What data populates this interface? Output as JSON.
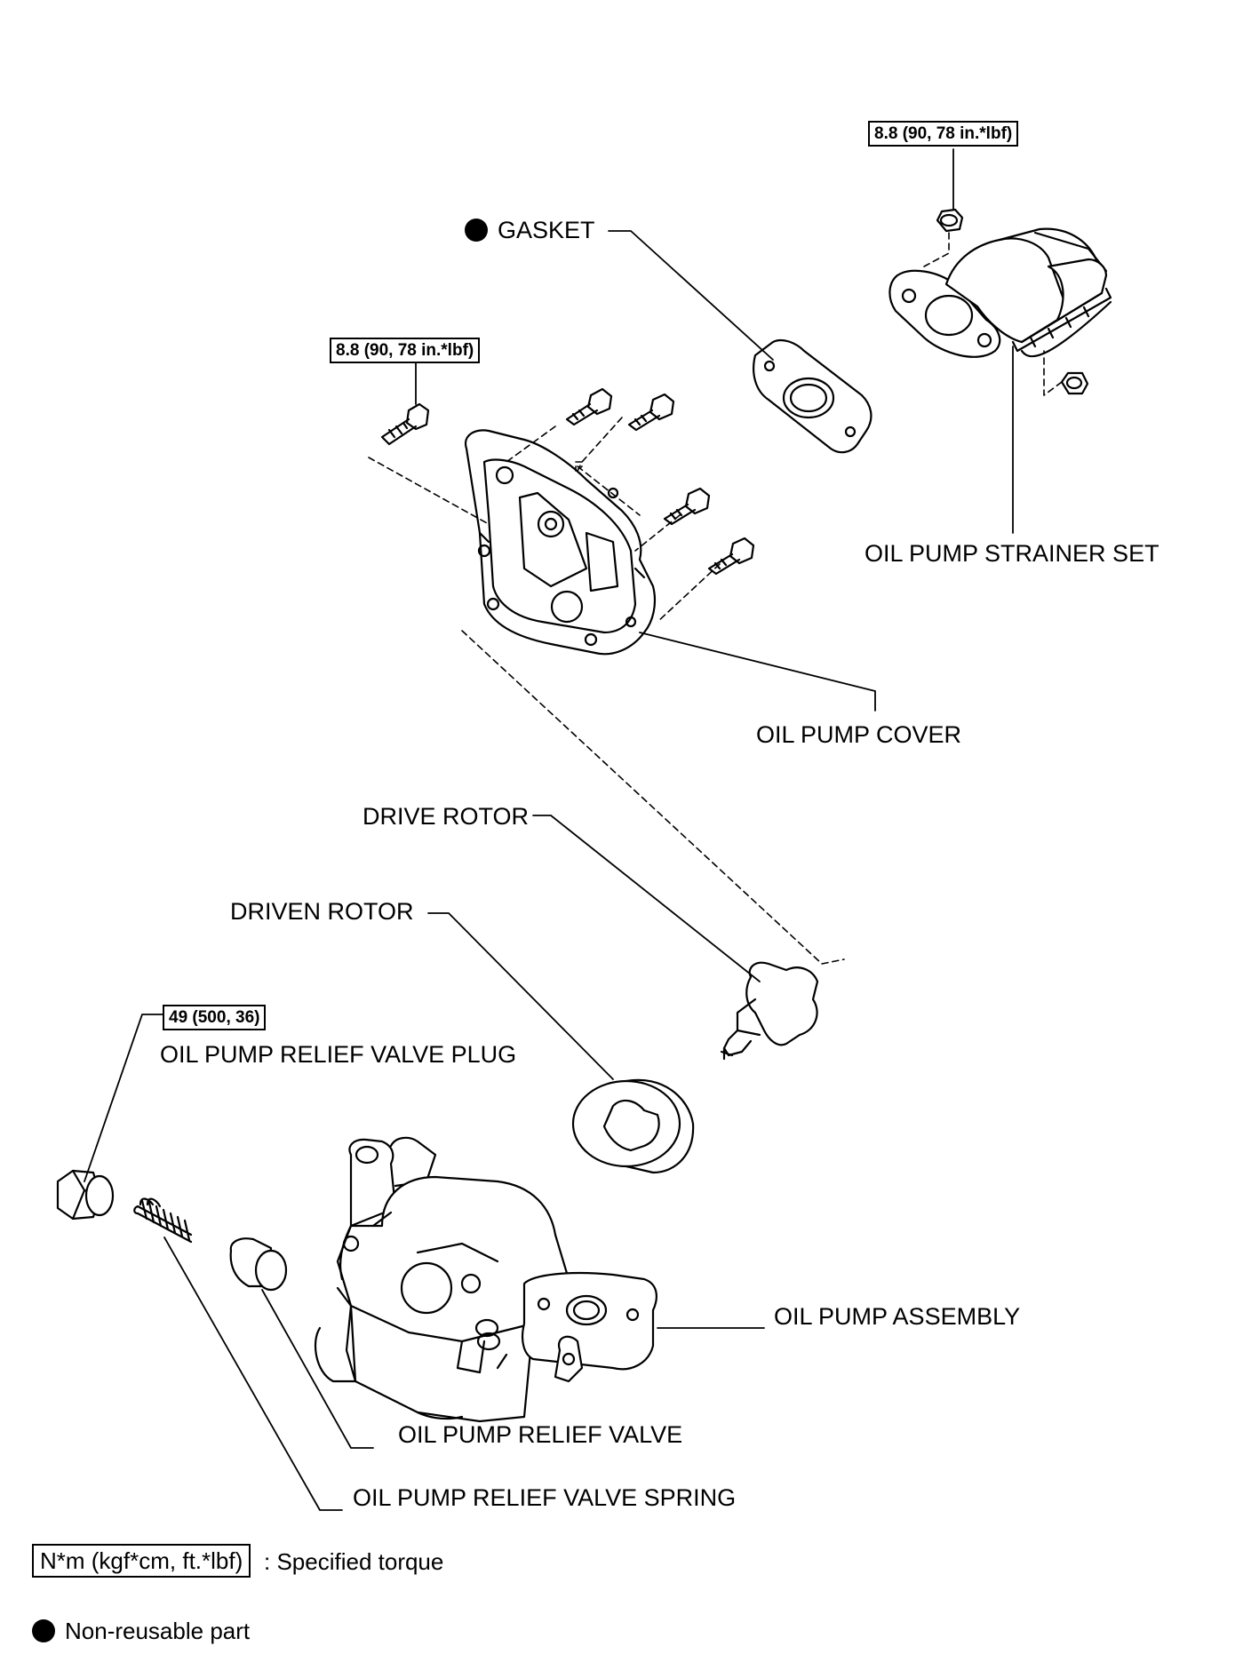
{
  "labels": {
    "gasket": "GASKET",
    "oil_pump_strainer_set": "OIL PUMP STRAINER SET",
    "oil_pump_cover": "OIL PUMP COVER",
    "drive_rotor": "DRIVE ROTOR",
    "driven_rotor": "DRIVEN ROTOR",
    "oil_pump_relief_valve_plug": "OIL PUMP RELIEF VALVE PLUG",
    "oil_pump_assembly": "OIL PUMP ASSEMBLY",
    "oil_pump_relief_valve": "OIL PUMP RELIEF VALVE",
    "oil_pump_relief_valve_spring": "OIL PUMP RELIEF VALVE SPRING"
  },
  "torque": {
    "strainer": "8.8 (90, 78 in.*lbf)",
    "cover": "8.8 (90, 78 in.*lbf)",
    "plug": "49 (500, 36)"
  },
  "legend": {
    "torque_units": "N*m (kgf*cm, ft.*lbf)",
    "torque_desc": ": Specified torque",
    "non_reusable": "Non-reusable part"
  }
}
